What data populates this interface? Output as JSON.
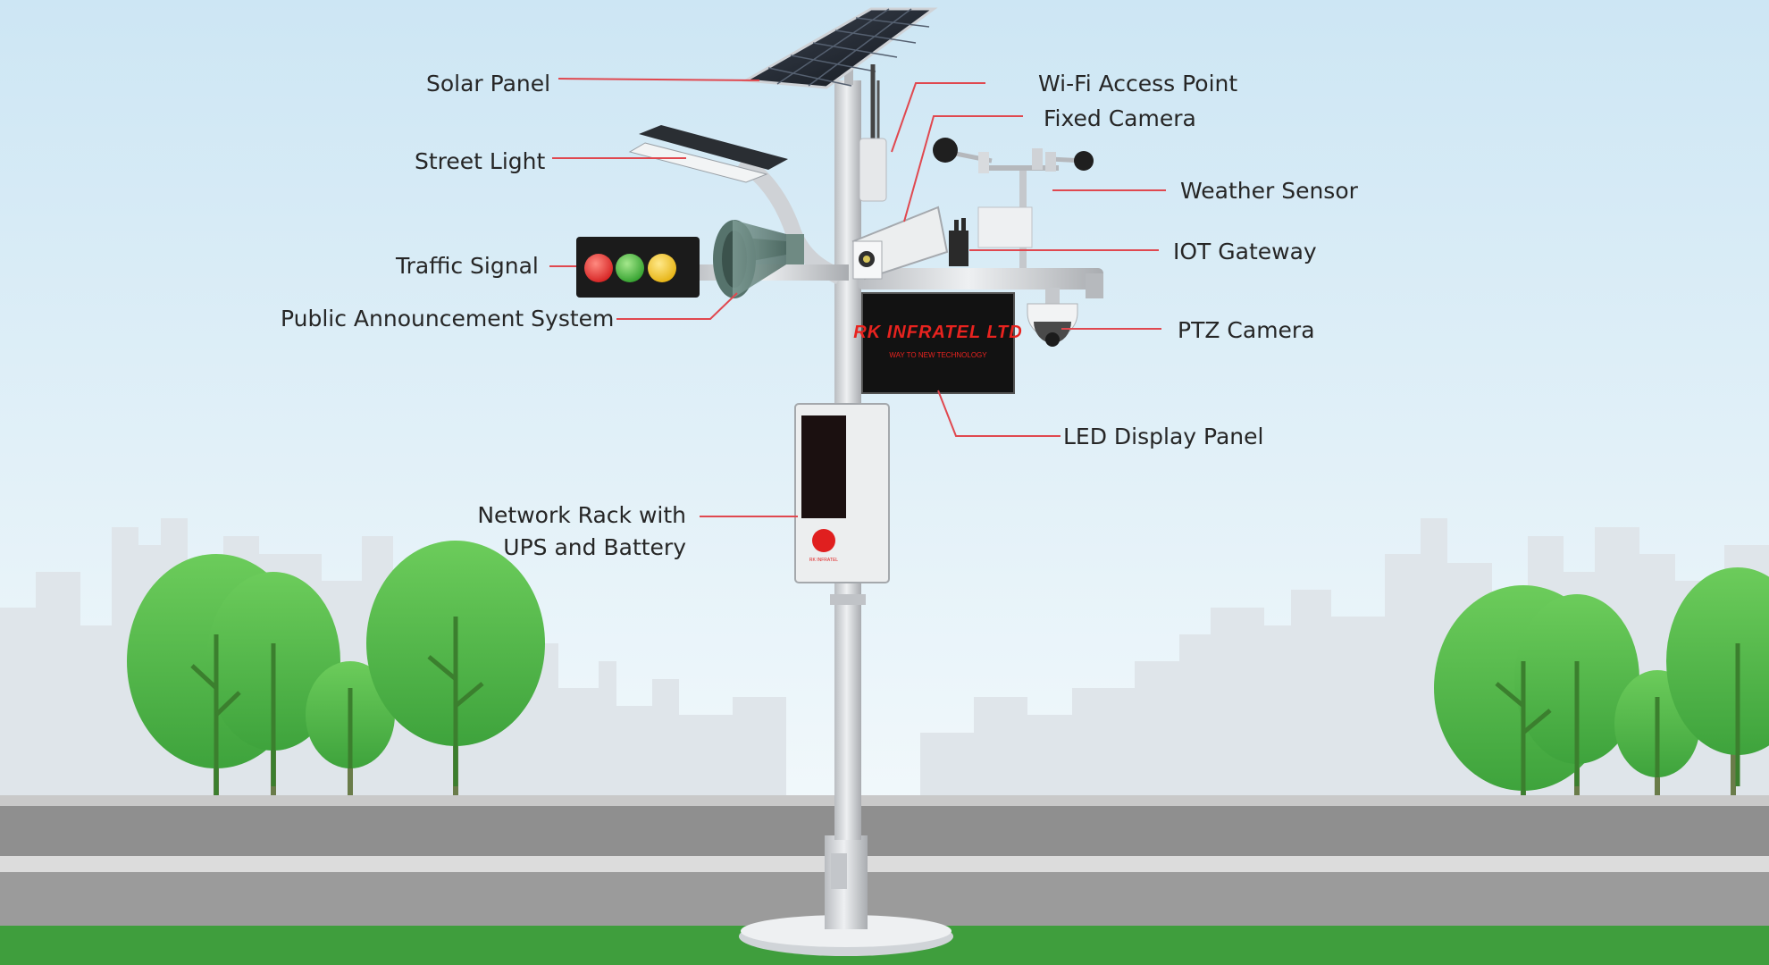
{
  "labels": {
    "solar_panel": "Solar Panel",
    "street_light": "Street  Light",
    "traffic_signal": "Traffic Signal",
    "public_announcement": "Public Announcement  System",
    "network_rack_line1": "Network  Rack with",
    "network_rack_line2": "UPS  and Battery",
    "wifi_access_point": "Wi-Fi Access Point",
    "fixed_camera": "Fixed Camera",
    "weather_sensor": "Weather Sensor",
    "iot_gateway": "IOT Gateway",
    "ptz_camera": "PTZ Camera",
    "led_display_panel": "LED Display Panel"
  },
  "display": {
    "brand": "RK INFRATEL LTD",
    "tagline": "WAY TO NEW TECHNOLOGY"
  },
  "rack": {
    "logo_text": "RK INFRATEL"
  },
  "colors": {
    "leader_line": "#e0484f",
    "sky_top": "#d6ecf7",
    "sky_bottom": "#eef7fb",
    "tree": "#4fb84a",
    "road": "#9a9a9a",
    "grass": "#3f9e3d",
    "pole": "#d4d6d9",
    "led_text": "#e8231f"
  },
  "icons": {
    "solar": "solar-panel-icon",
    "lamp": "street-light-icon",
    "signal": "traffic-signal-icon",
    "horn": "megaphone-icon",
    "camera": "fixed-camera-icon",
    "ptz": "ptz-camera-icon",
    "weather": "anemometer-icon",
    "gateway": "iot-gateway-icon",
    "wifi": "wifi-antenna-icon"
  }
}
